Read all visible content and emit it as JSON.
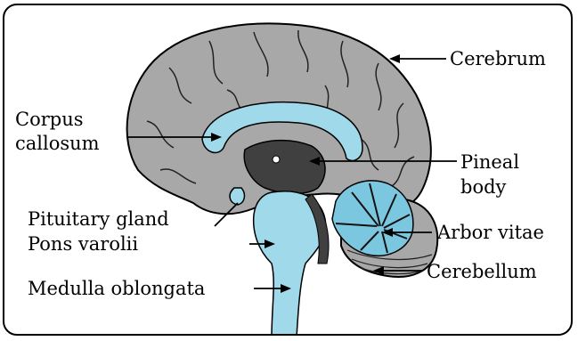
{
  "labels": {
    "cerebrum": "Cerebrum",
    "corpus_callosum_line1": "Corpus",
    "corpus_callosum_line2": "callosum",
    "pineal_body_line1": "Pineal",
    "pineal_body_line2": "body",
    "pituitary_gland": "Pituitary gland",
    "pons_varolii": "Pons varolii",
    "arbor_vitae": "Arbor vitae",
    "medulla_oblongata": "Medulla oblongata",
    "cerebellum": "Cerebellum"
  },
  "colors": {
    "cerebrum_gray": "#a8a8a8",
    "structure_blue": "#9fd9ea",
    "dark_gray": "#404040",
    "outline": "#000000"
  }
}
